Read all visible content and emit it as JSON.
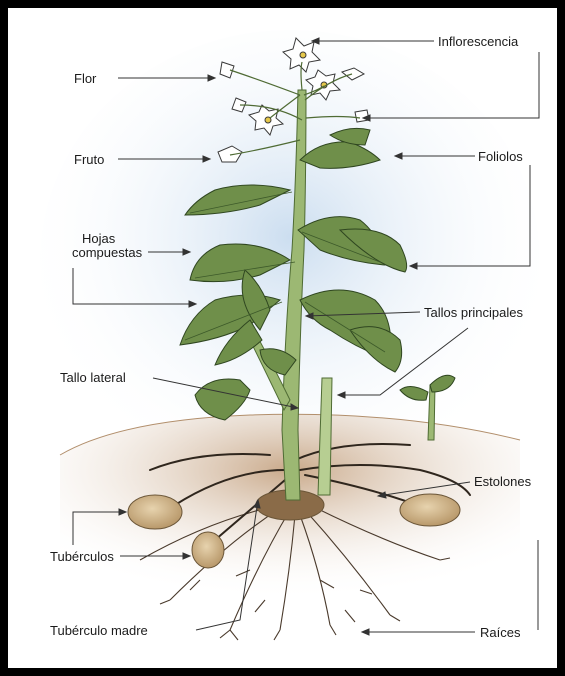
{
  "labels": {
    "inflorescencia": "Inflorescencia",
    "flor": "Flor",
    "fruto": "Fruto",
    "foliolos": "Foliolos",
    "hojas_line1": "Hojas",
    "hojas_line2": "compuestas",
    "tallos_principales": "Tallos principales",
    "tallo_lateral": "Tallo lateral",
    "estolones": "Estolones",
    "tuberculos": "Tubérculos",
    "tuberculo_madre": "Tubérculo madre",
    "raices": "Raíces"
  },
  "colors": {
    "frame": "#000000",
    "sky": "#c9dcef",
    "soil": "#c9a98a",
    "leaf": "#6f8f4a",
    "leaf_dark": "#3d5a2a",
    "stem": "#9cb873",
    "tuber": "#d4b98e",
    "root": "#4a3a2c"
  }
}
